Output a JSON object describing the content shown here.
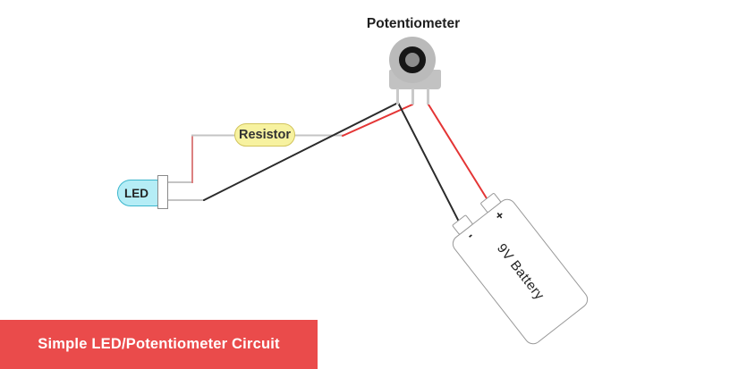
{
  "banner": {
    "label": "Simple LED/Potentiometer Circuit",
    "bg": "#ea4b4b",
    "fg": "#ffffff"
  },
  "potentiometer": {
    "label": "Potentiometer",
    "knob_fill": "#bababa",
    "base_fill": "#c2c2c2",
    "ring_color": "#161616",
    "center_fill": "#8d8d8d",
    "leg_fill": "#c9c9c9"
  },
  "resistor": {
    "label": "Resistor",
    "fill": "#f7f2a0",
    "border": "#d2c45c"
  },
  "led": {
    "label": "LED",
    "fill": "#b5edf6",
    "border": "#3ab6cd",
    "flange_fill": "#ffffff",
    "flange_border": "#8a8a8a"
  },
  "battery": {
    "label": "9V Battery",
    "plus_sign": "+",
    "minus_sign": "-",
    "fill": "#ffffff",
    "border": "#999999",
    "fg": "#222222"
  },
  "wires": {
    "gray": "#c4c4c4",
    "black": "#2b2b2b",
    "red": "#e43535",
    "muted_red": "#dc8080"
  }
}
